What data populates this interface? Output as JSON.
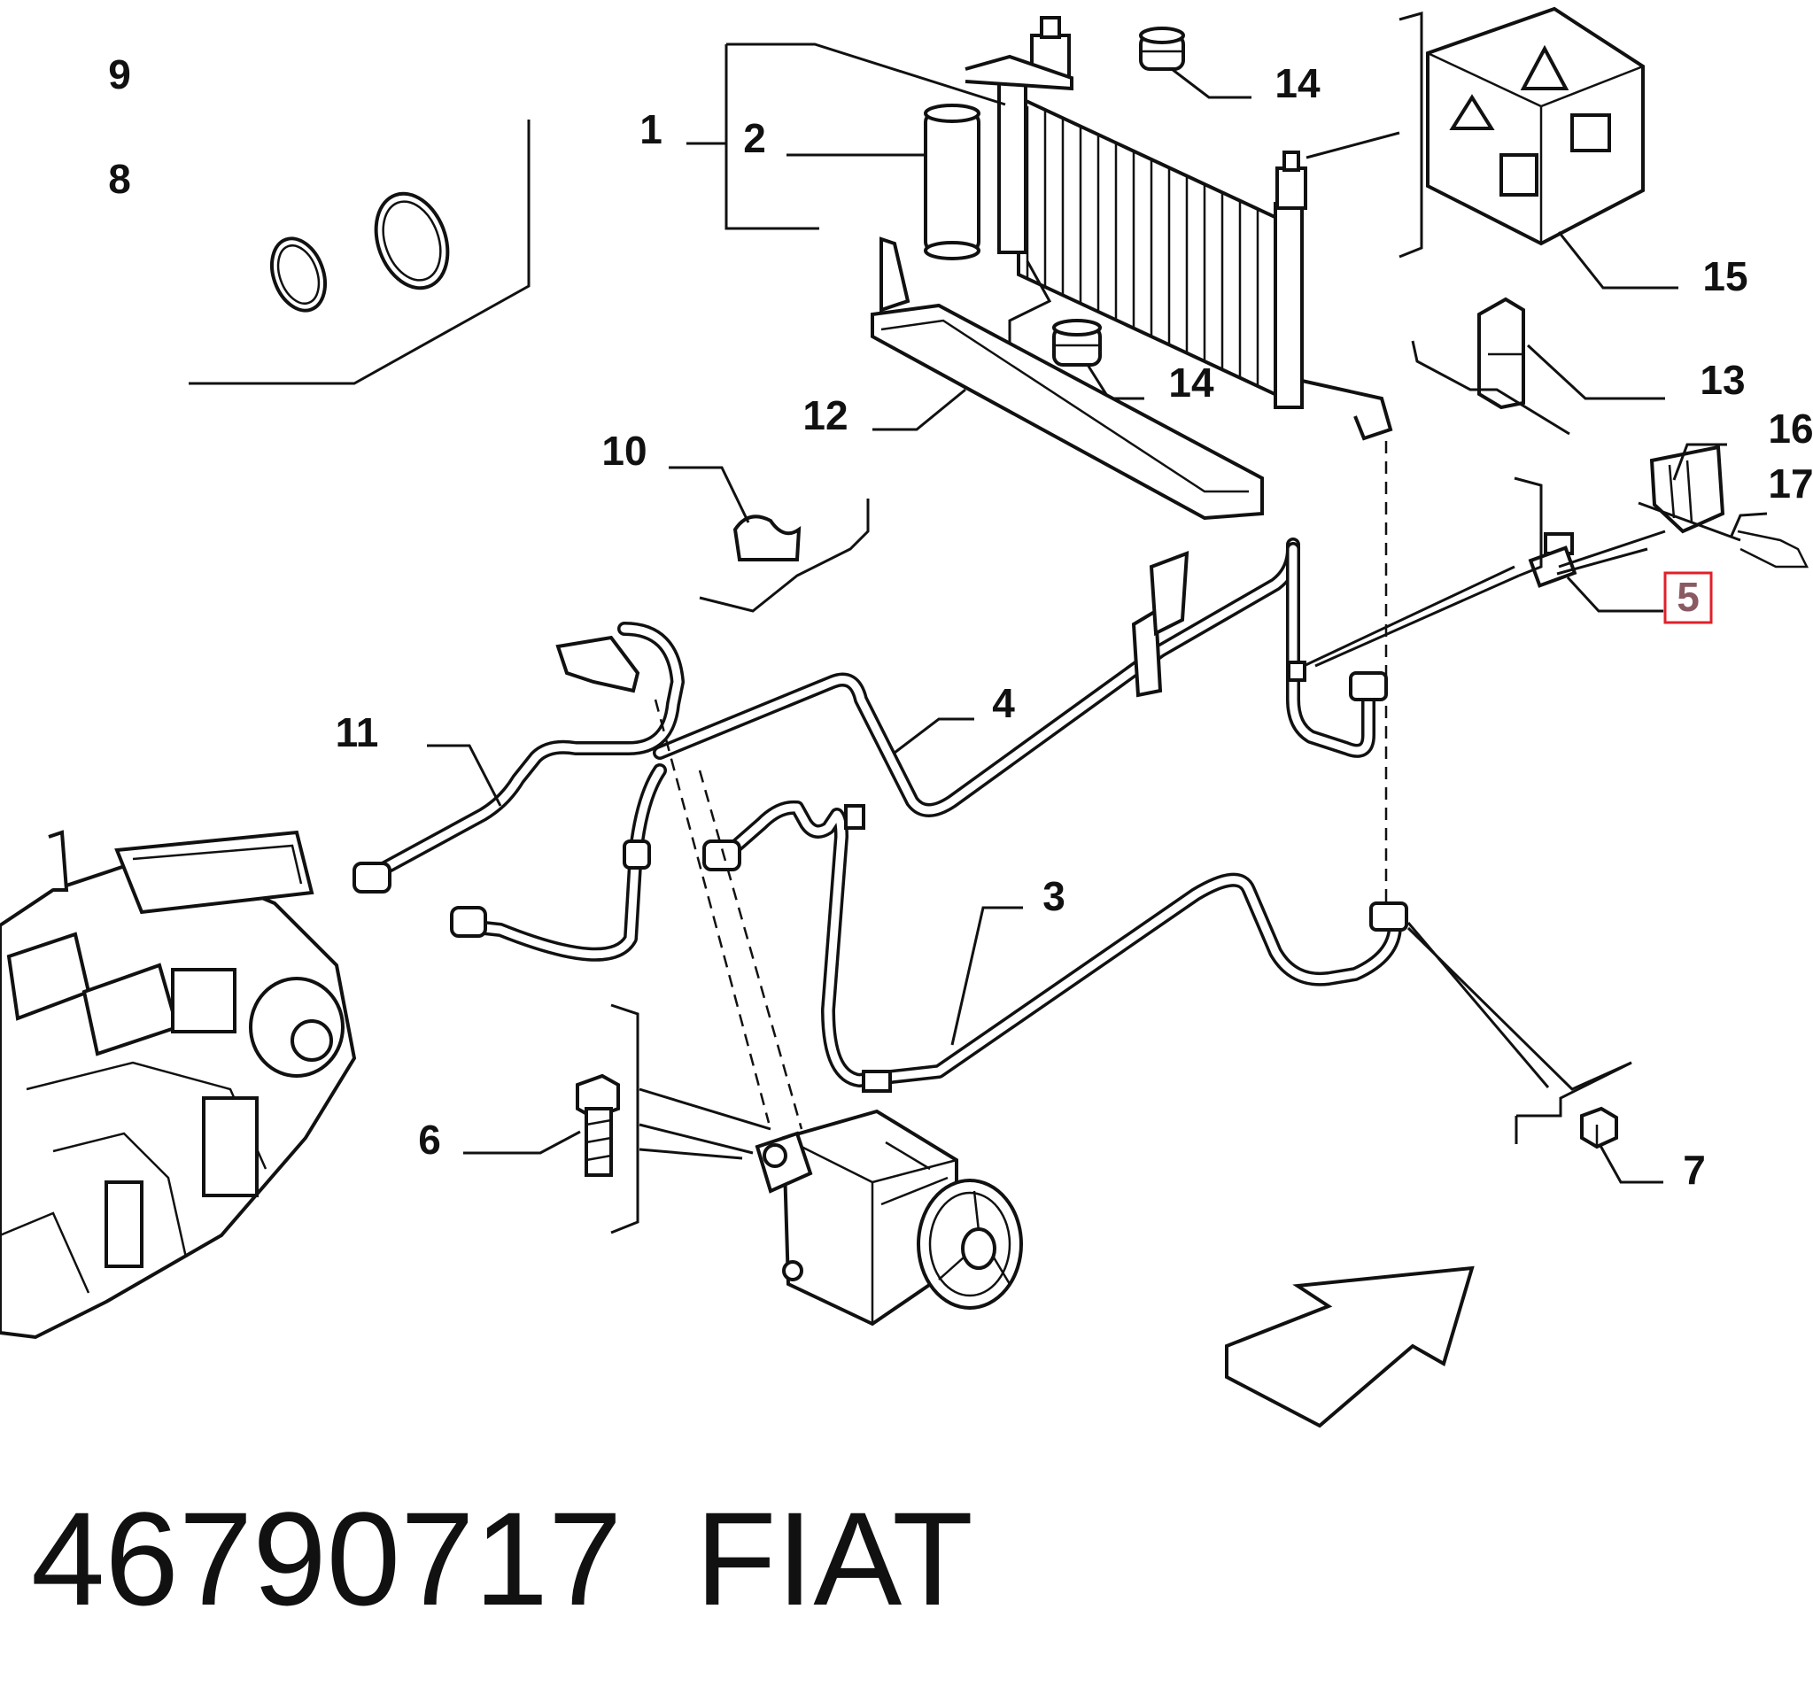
{
  "callouts": {
    "c1": "1",
    "c2": "2",
    "c3": "3",
    "c4": "4",
    "c5": "5",
    "c6": "6",
    "c7": "7",
    "c8": "8",
    "c9": "9",
    "c10": "10",
    "c11": "11",
    "c12": "12",
    "c13": "13",
    "c14a": "14",
    "c14b": "14",
    "c15": "15",
    "c16": "16",
    "c17": "17"
  },
  "highlight": {
    "callout": "5",
    "color": "#e0202a"
  },
  "caption": {
    "part_number": "46790717",
    "brand": "FIAT"
  }
}
